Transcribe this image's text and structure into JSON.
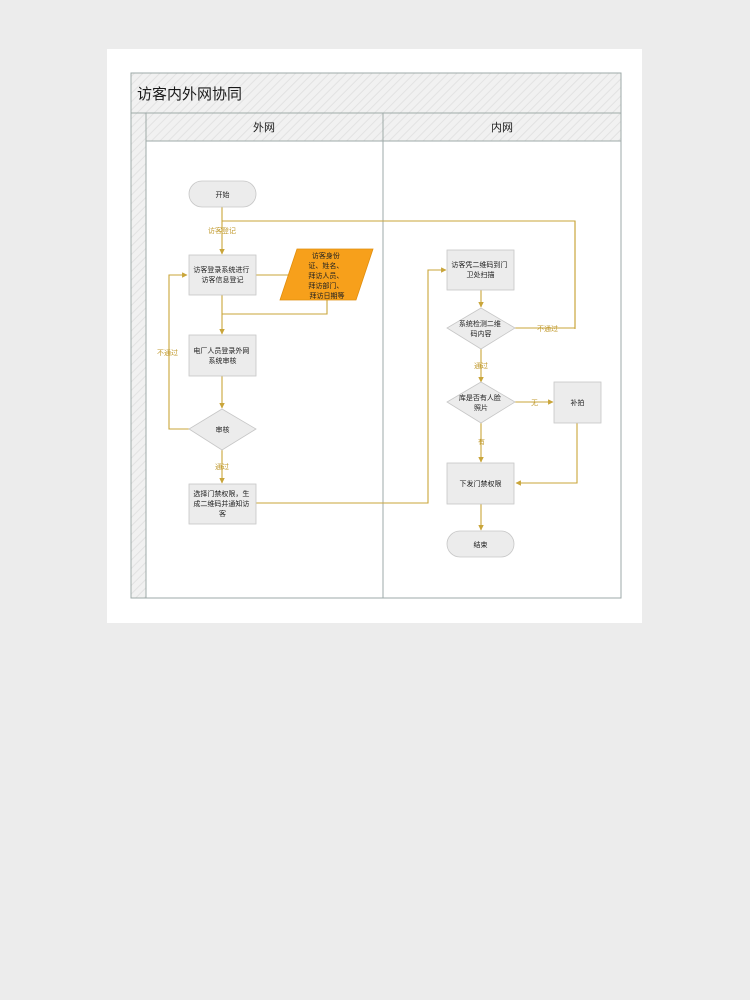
{
  "title": "访客内外网协同",
  "lanes": {
    "outer": "外网",
    "inner": "内网"
  },
  "nodes": {
    "start": "开始",
    "register": [
      "访客登录系统进行",
      "访客信息登记"
    ],
    "visitor_info": [
      "访客身份",
      "证、姓名、",
      "拜访人员、",
      "拜访部门、",
      "拜访日期等"
    ],
    "staff_review": [
      "电厂人员登录外网",
      "系统审核"
    ],
    "audit": "审核",
    "select_permission": [
      "选择门禁权限，生",
      "成二维码并通知访",
      "客"
    ],
    "scan_qr": [
      "访客凭二维码到门",
      "卫处扫描"
    ],
    "check_qr": [
      "系统检测二维",
      "码内容"
    ],
    "face_photo": [
      "库是否有人脸",
      "照片"
    ],
    "retake": "补拍",
    "issue_permission": "下发门禁权限",
    "end": "结束"
  },
  "edges": {
    "visitor_register": "访客登记",
    "reject_outer": "不通过",
    "pass_outer": "通过",
    "reject_inner": "不通过",
    "pass_inner": "通过",
    "no": "无",
    "yes": "有"
  },
  "colors": {
    "line": "#c9a53a",
    "io_fill": "#f7a01b",
    "node_fill": "#ececec",
    "frame": "#9eaaa8"
  }
}
